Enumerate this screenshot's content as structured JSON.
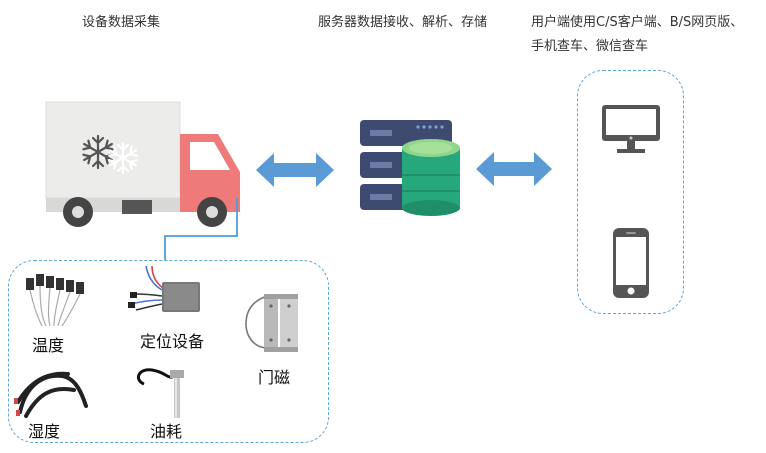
{
  "headers": {
    "collect": "设备数据采集",
    "server": "服务器数据接收、解析、存储",
    "client_line1": "用户端使用C/S客户端、B/S网页版、",
    "client_line2": "手机查车、微信查车"
  },
  "sensors": {
    "temperature": "温度",
    "positioning": "定位设备",
    "door": "门磁",
    "humidity": "湿度",
    "fuel": "油耗"
  },
  "colors": {
    "arrow": "#5b9bd5",
    "dashed_border": "#5aa6d6",
    "truck_cab": "#ee7a7a",
    "truck_box": "#ededeb",
    "server_dark": "#3e4a6f",
    "db_green": "#2fbf8e"
  }
}
